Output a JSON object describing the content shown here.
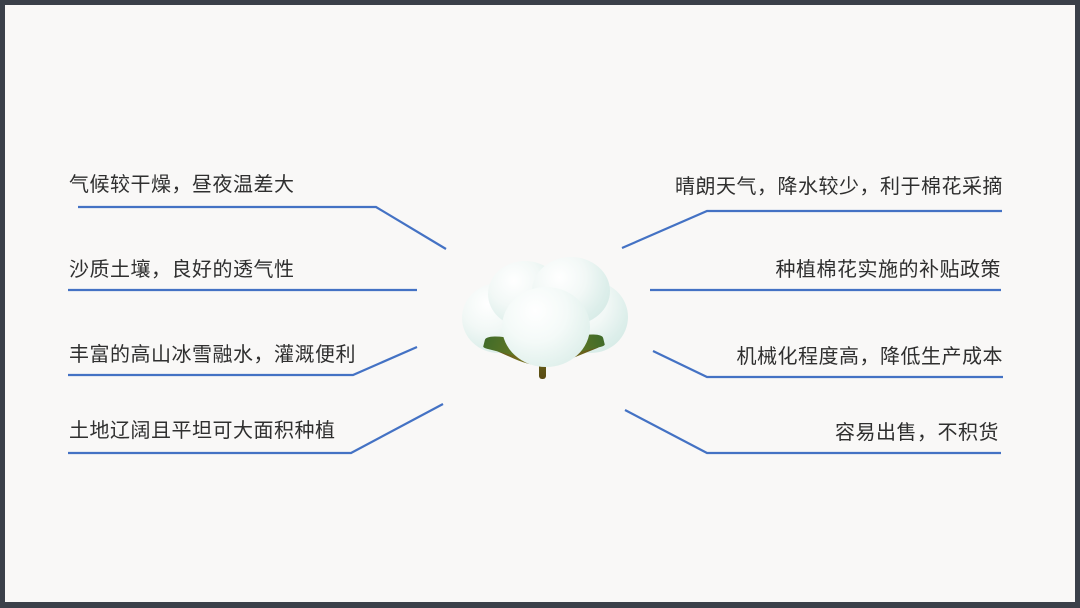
{
  "slide": {
    "background_color": "#f9f8f7",
    "frame_color": "#3b4049",
    "line_color": "#4472c4",
    "text_color": "#2f2f2f",
    "center_icon": "cotton-boll-icon"
  },
  "mindmap": {
    "center": {
      "icon": "cotton-boll-icon",
      "alt": "棉花"
    },
    "left_branches": [
      {
        "id": "climate",
        "label": "气候较干燥，昼夜温差大"
      },
      {
        "id": "soil",
        "label": "沙质土壤，良好的透气性"
      },
      {
        "id": "irrigation",
        "label": "丰富的高山冰雪融水，灌溉便利"
      },
      {
        "id": "land",
        "label": "土地辽阔且平坦可大面积种植"
      }
    ],
    "right_branches": [
      {
        "id": "weather",
        "label": "晴朗天气，降水较少，利于棉花采摘"
      },
      {
        "id": "policy",
        "label": "种植棉花实施的补贴政策"
      },
      {
        "id": "mechanized",
        "label": "机械化程度高，降低生产成本"
      },
      {
        "id": "market",
        "label": "容易出售，不积货"
      }
    ]
  }
}
